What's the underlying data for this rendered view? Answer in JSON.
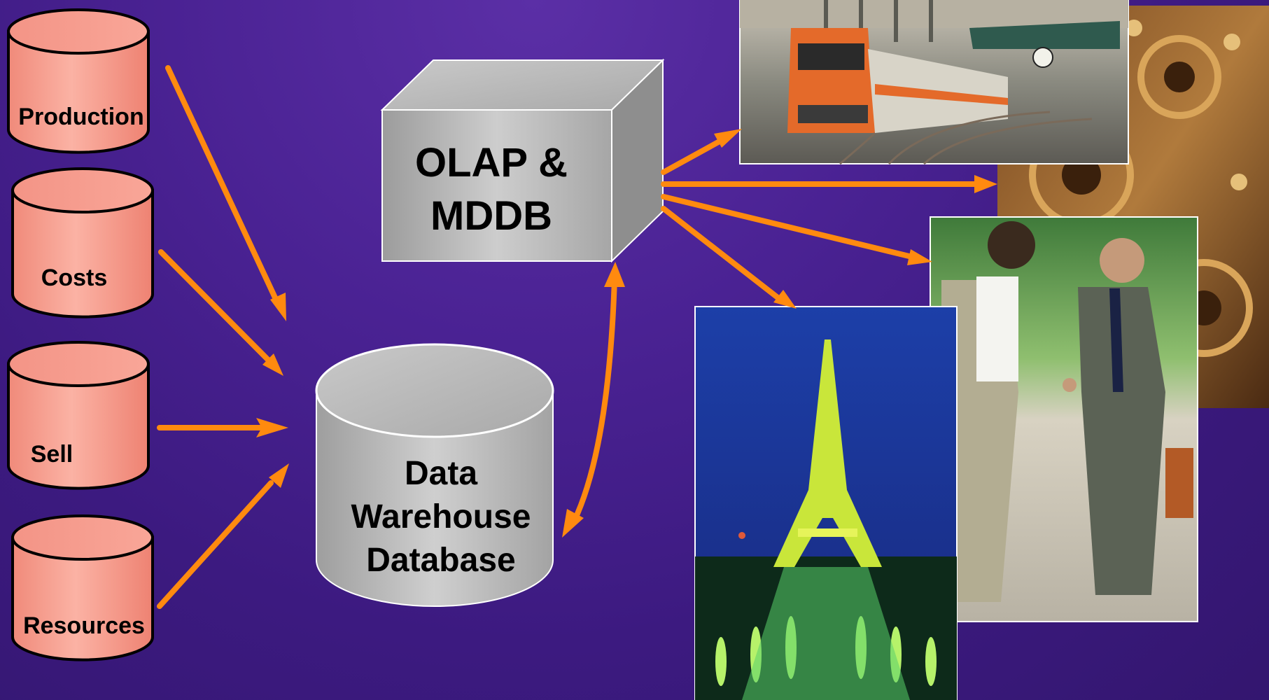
{
  "sources": [
    {
      "label": "Production"
    },
    {
      "label": "Costs"
    },
    {
      "label": "Sell"
    },
    {
      "label": "Resources"
    }
  ],
  "olap_box": {
    "line1": "OLAP &",
    "line2": "MDDB"
  },
  "warehouse": {
    "line1": "Data",
    "line2": "Warehouse",
    "line3": "Database"
  },
  "colors": {
    "arrow": "#ff8a0f",
    "source_cylinder": "#f6a193",
    "grey_shape": "#b5b5b5",
    "background": "#4a2293"
  },
  "photos": [
    {
      "subject": "high-speed train at station"
    },
    {
      "subject": "brass gears machinery"
    },
    {
      "subject": "two businessmen shaking hands"
    },
    {
      "subject": "Eiffel Tower at night"
    }
  ]
}
